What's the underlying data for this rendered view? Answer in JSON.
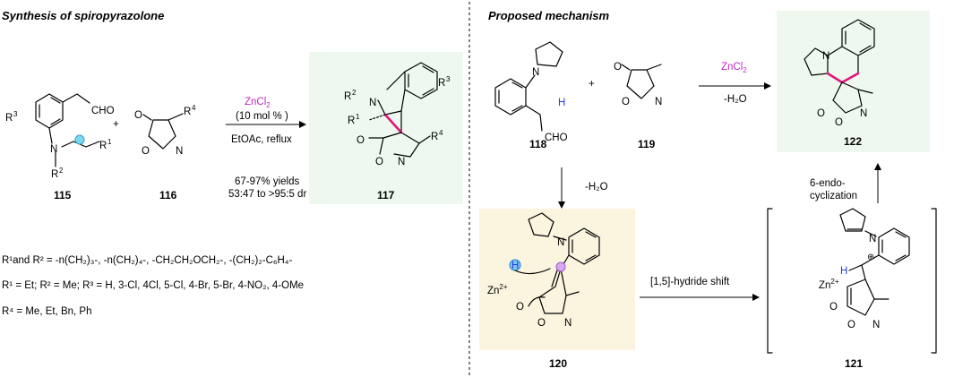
{
  "left": {
    "title": "Synthesis of spiropyrazolone",
    "labels": {
      "c115": "115",
      "c116": "116",
      "c117": "117"
    },
    "atoms": {
      "cho": "CHO",
      "r3": "R",
      "r3sup": "3",
      "n": "N",
      "r1": "R",
      "r1sup": "1",
      "r2": "R",
      "r2sup": "2",
      "o": "O",
      "n2": "N",
      "r4": "R",
      "r4sup": "4"
    },
    "reagent": {
      "cat": "ZnCl",
      "cat_sub": "2",
      "load": "(10 mol % )",
      "cond": "EtOAc, reflux"
    },
    "yields": "67-97% yields",
    "dr": "53:47 to >95:5 dr",
    "notes": [
      "R¹and R² = -n(CH₂)₃-, -n(CH₂)₄-, -CH₂CH₂OCH₂-, -(CH₂)₂-C₆H₄-",
      "R¹ = Et; R² = Me; R³ = H, 3-Cl, 4Cl, 5-Cl, 4-Br, 5-Br, 4-NO₂, 4-OMe",
      "R⁴ = Me, Et, Bn, Ph"
    ]
  },
  "right": {
    "title": "Proposed mechanism",
    "labels": {
      "c118": "118",
      "c119": "119",
      "c120": "120",
      "c121": "121",
      "c122": "122"
    },
    "reagent": {
      "cat": "ZnCl",
      "cat_sub": "2",
      "minus_water": "-H₂O"
    },
    "down_water": "-H₂O",
    "cyclization_1": "6-endo-",
    "cyclization_2": "cyclization",
    "hydride_shift": "[1,5]-hydride shift",
    "atoms": {
      "h": "H",
      "zn": "Zn",
      "zn_charge": "2+",
      "plus": "⊕"
    }
  },
  "colors": {
    "magenta": "#c026c6",
    "blue": "#1f3fe0",
    "pink_bond": "#e0167a",
    "highlight_green": "#eef8ef",
    "highlight_yellow": "#fbf5df"
  }
}
